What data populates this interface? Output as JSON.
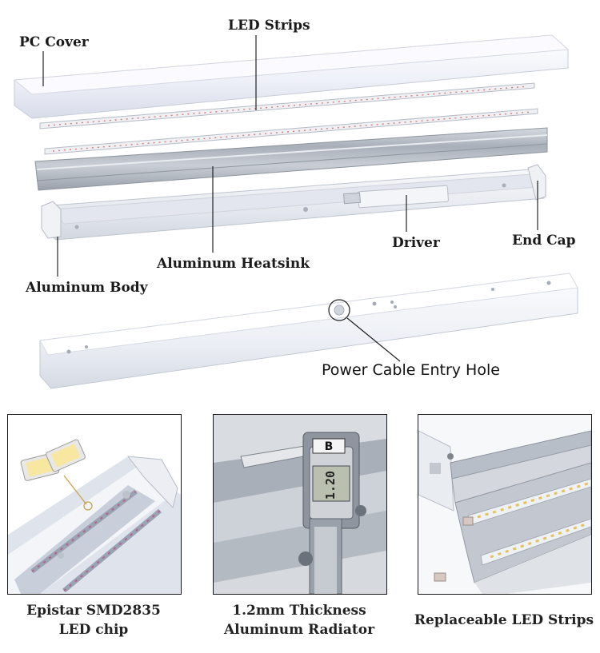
{
  "labels": {
    "pc_cover": "PC Cover",
    "led_strips": "LED Strips",
    "driver": "Driver",
    "end_cap": "End Cap",
    "aluminum_heatsink": "Aluminum Heatsink",
    "aluminum_body": "Aluminum Body",
    "power_cable_entry_hole": "Power Cable Entry Hole"
  },
  "photos": [
    {
      "caption_line1": "Epistar SMD2835",
      "caption_line2": "LED chip"
    },
    {
      "caption_line1": "1.2mm Thickness",
      "caption_line2": "Aluminum Radiator",
      "gauge_brand": "B",
      "gauge_reading": "1.20"
    },
    {
      "caption_line1": "Replaceable LED Strips"
    }
  ],
  "colors": {
    "cover": "#eef1f8",
    "aluminum": "#b9bfc8",
    "leader_line": "#222222",
    "led_chip": "#f7e7a0"
  }
}
